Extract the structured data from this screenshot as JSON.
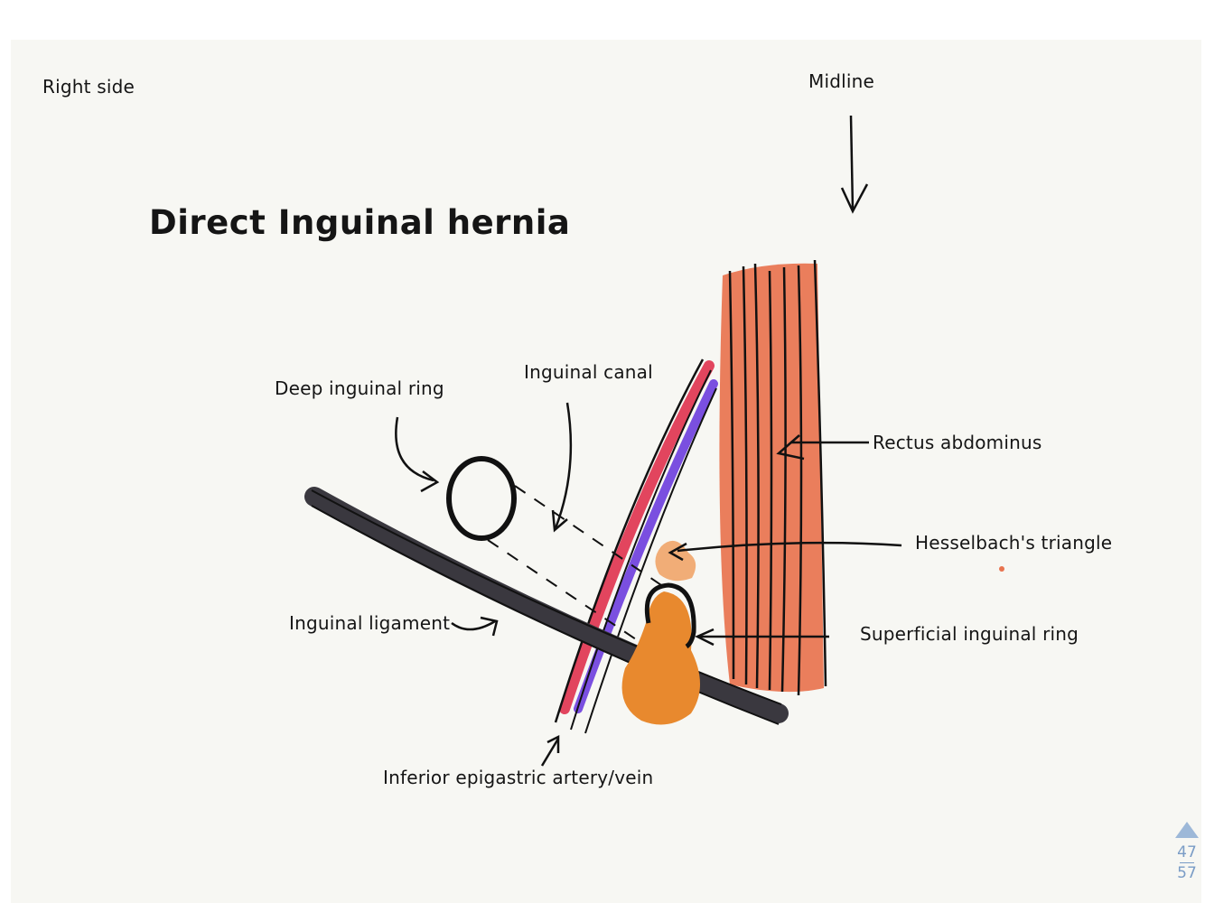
{
  "diagram": {
    "title": "Direct Inguinal hernia",
    "side_label": "Right side",
    "midline_label": "Midline",
    "labels": {
      "deep_ring": "Deep inguinal ring",
      "inguinal_canal": "Inguinal canal",
      "rectus": "Rectus abdominus",
      "hesselbach": "Hesselbach's triangle",
      "ligament": "Inguinal ligament",
      "superficial_ring": "Superficial inguinal ring",
      "epigastric": "Inferior epigastric artery/vein"
    },
    "colors": {
      "muscle": "#e8734f",
      "artery": "#e2455e",
      "vein": "#7a4fe0",
      "ligament": "#3a383f",
      "hernia": "#e8892e",
      "ink": "#111111"
    }
  },
  "pager": {
    "current": "47",
    "total": "57"
  }
}
